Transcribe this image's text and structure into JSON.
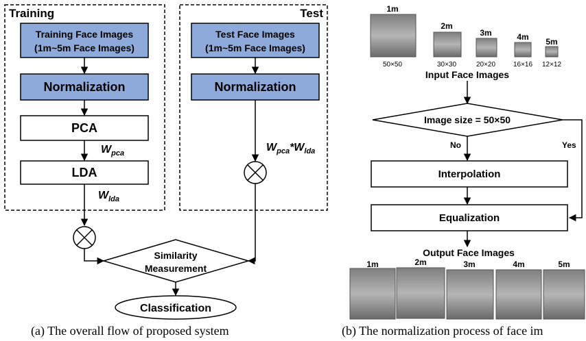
{
  "panel_a": {
    "training_title": "Training",
    "test_title": "Test",
    "train_images_line1": "Training Face Images",
    "train_images_line2": "(1m~5m Face Images)",
    "test_images_line1": "Test Face Images",
    "test_images_line2": "(1m~5m Face Images)",
    "normalization": "Normalization",
    "pca": "PCA",
    "lda": "LDA",
    "w_pca_base": "W",
    "w_pca_sub": "pca",
    "w_lda_base": "W",
    "w_lda_sub": "lda",
    "w_test_base1": "W",
    "w_test_sub1": "pca",
    "w_test_mid": "*W",
    "w_test_sub2": "lda",
    "similarity_line1": "Similarity",
    "similarity_line2": "Measurement",
    "classification": "Classification",
    "caption": "(a) The overall flow of proposed system"
  },
  "panel_b": {
    "input_sizes": [
      {
        "dist": "1m",
        "size": "50×50"
      },
      {
        "dist": "2m",
        "size": "30×30"
      },
      {
        "dist": "3m",
        "size": "20×20"
      },
      {
        "dist": "4m",
        "size": "16×16"
      },
      {
        "dist": "5m",
        "size": "12×12"
      }
    ],
    "input_label": "Input  Face Images",
    "decision": "Image size  =  50×50",
    "no": "No",
    "yes": "Yes",
    "interpolation": "Interpolation",
    "equalization": "Equalization",
    "output_label": "Output  Face Images",
    "output_dists": [
      "1m",
      "2m",
      "3m",
      "4m",
      "5m"
    ],
    "caption": "(b) The normalization process of face im"
  },
  "colors": {
    "blue_box": "#8eaadb",
    "face_gray": "#9a9a9a"
  }
}
